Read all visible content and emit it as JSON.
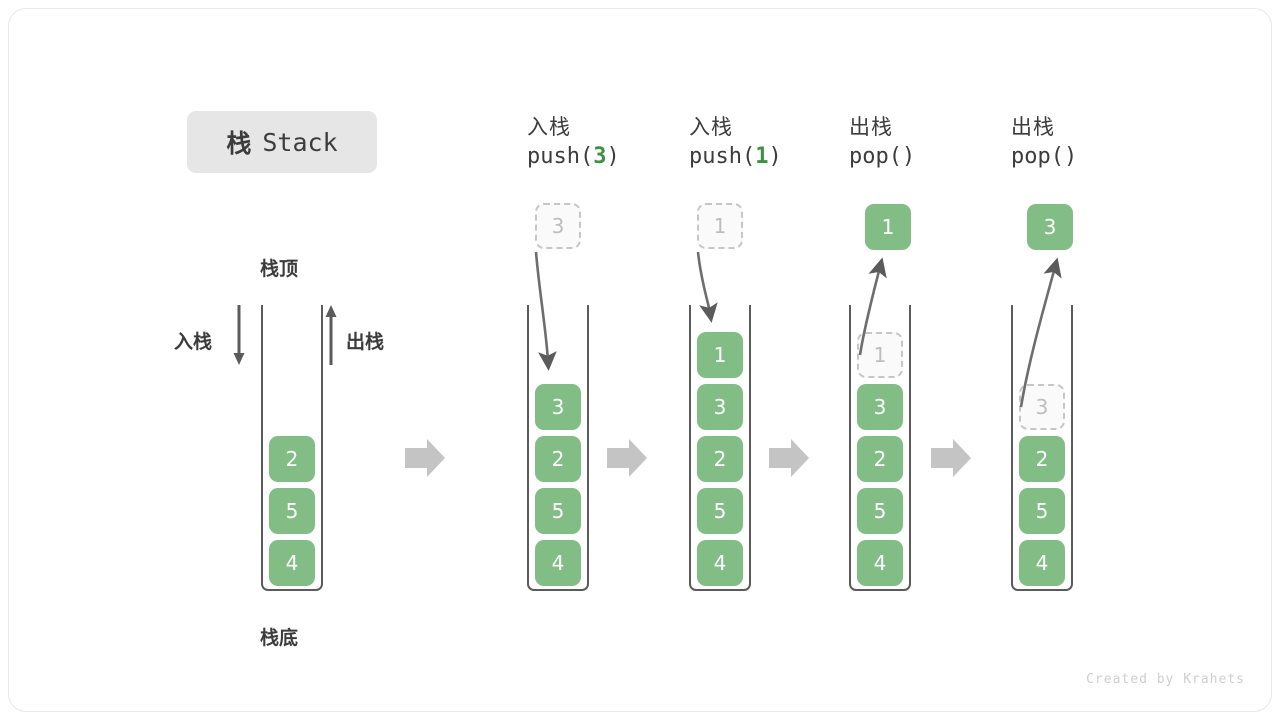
{
  "title": {
    "cn": "栈",
    "en": "Stack"
  },
  "labels": {
    "top": "栈顶",
    "bottom": "栈底",
    "push_side": "入栈",
    "pop_side": "出栈"
  },
  "colors": {
    "cell_green": "#82bd85",
    "ghost_border": "#c6c6c6",
    "ghost_fill": "#fafafa",
    "stack_border": "#5b5b5b",
    "arrow_gray": "#5b5b5b",
    "transition_arrow": "#c4c4c4",
    "title_chip": "#e6e6e6",
    "text_dark": "#3c3c3c",
    "code_arg_green": "#3f9142"
  },
  "icons": {
    "transition": "right-block-arrow-icon",
    "push_side": "down-arrow-icon",
    "pop_side": "up-arrow-icon",
    "push_motion": "curved-down-arrow-icon",
    "pop_motion": "curved-up-arrow-icon"
  },
  "initial_stack": {
    "cells": [
      "4",
      "5",
      "2"
    ]
  },
  "steps": [
    {
      "op": "push",
      "cn": "入栈",
      "code_prefix": "push(",
      "code_arg": "3",
      "code_suffix": ")",
      "float_value": "3",
      "float_type": "ghost",
      "cells": [
        "4",
        "5",
        "2",
        "3"
      ],
      "ghost_index": -1
    },
    {
      "op": "push",
      "cn": "入栈",
      "code_prefix": "push(",
      "code_arg": "1",
      "code_suffix": ")",
      "float_value": "1",
      "float_type": "ghost",
      "cells": [
        "4",
        "5",
        "2",
        "3",
        "1"
      ],
      "ghost_index": -1
    },
    {
      "op": "pop",
      "cn": "出栈",
      "code_prefix": "pop(",
      "code_arg": "",
      "code_suffix": ")",
      "float_value": "1",
      "float_type": "filled",
      "cells": [
        "4",
        "5",
        "2",
        "3",
        "1"
      ],
      "ghost_index": 4
    },
    {
      "op": "pop",
      "cn": "出栈",
      "code_prefix": "pop(",
      "code_arg": "",
      "code_suffix": ")",
      "float_value": "3",
      "float_type": "filled",
      "cells": [
        "4",
        "5",
        "2",
        "3"
      ],
      "ghost_index": 3
    }
  ],
  "credit": "Created by Krahets"
}
